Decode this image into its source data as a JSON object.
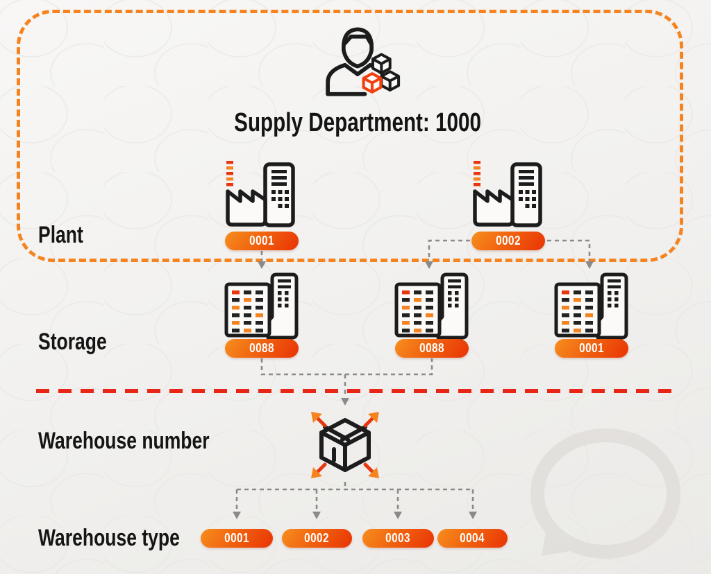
{
  "title": "Supply Department: 1000",
  "rows": {
    "plant": {
      "label": "Plant",
      "badges": [
        "0001",
        "0002"
      ]
    },
    "storage": {
      "label": "Storage",
      "badges": [
        "0088",
        "0088",
        "0001"
      ]
    },
    "warehouse_number": {
      "label": "Warehouse number"
    },
    "warehouse_type": {
      "label": "Warehouse type",
      "badges": [
        "0001",
        "0002",
        "0003",
        "0004"
      ]
    }
  },
  "icons": {
    "top": "person-with-boxes-icon",
    "plant": "factory-icon",
    "storage": "storage-building-icon",
    "warehouse_number": "warehouse-box-icon"
  },
  "colors": {
    "accent_orange": "#F5831F",
    "accent_red": "#E8350E",
    "separator_red": "#E72618",
    "connector_gray": "#8A8A8A",
    "icon_black": "#1C1C1C",
    "badge_gradient_start": "#F78E1E",
    "badge_gradient_end": "#E93305",
    "background": "#F1F0EE"
  }
}
